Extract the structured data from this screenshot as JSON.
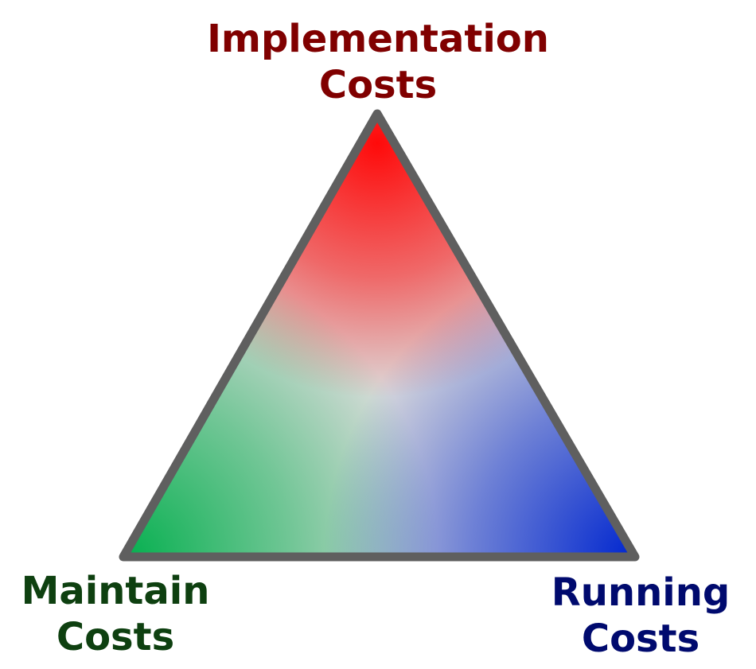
{
  "diagram": {
    "type": "cost-triangle",
    "colors": {
      "top": "#ff0a0a",
      "left": "#07b050",
      "right": "#0026cf",
      "center": "#dcdcdc",
      "outline": "#5f5f5f",
      "background": "#ffffff"
    },
    "vertices": {
      "top": {
        "line1": "Implementation",
        "line2": "Costs",
        "color": "#800000"
      },
      "left": {
        "line1": "Maintain",
        "line2": "Costs",
        "color": "#0e4010"
      },
      "right": {
        "line1": "Running",
        "line2": "Costs",
        "color": "#000a6e"
      }
    }
  }
}
